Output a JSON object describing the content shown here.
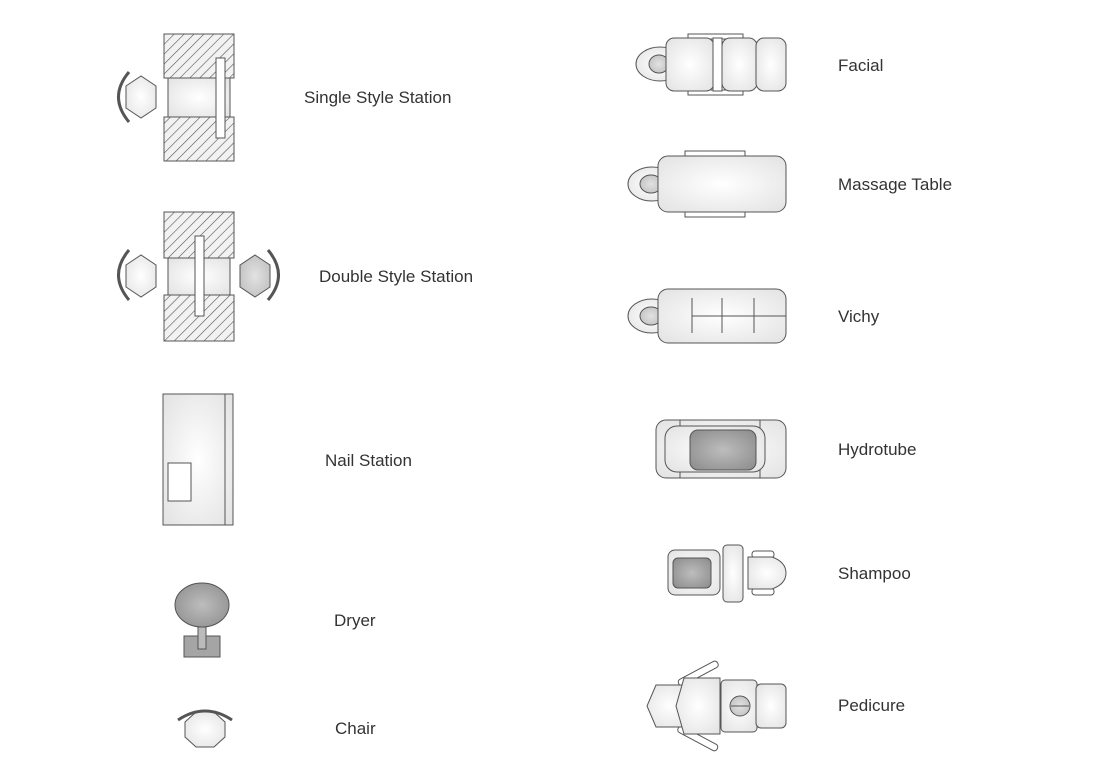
{
  "library": {
    "left_column": [
      {
        "id": "single-style-station",
        "label": "Single Style Station"
      },
      {
        "id": "double-style-station",
        "label": "Double Style Station"
      },
      {
        "id": "nail-station",
        "label": "Nail Station"
      },
      {
        "id": "dryer",
        "label": "Dryer"
      },
      {
        "id": "chair",
        "label": "Chair"
      }
    ],
    "right_column": [
      {
        "id": "facial",
        "label": "Facial"
      },
      {
        "id": "massage-table",
        "label": "Massage Table"
      },
      {
        "id": "vichy",
        "label": "Vichy"
      },
      {
        "id": "hydrotube",
        "label": "Hydrotube"
      },
      {
        "id": "shampoo",
        "label": "Shampoo"
      },
      {
        "id": "pedicure",
        "label": "Pedicure"
      }
    ]
  },
  "colors": {
    "stroke": "#555555",
    "fill_light": "#f4f4f4",
    "fill_mid": "#d8d8d8",
    "fill_dark": "#9a9a9a",
    "label_text": "#333333"
  }
}
